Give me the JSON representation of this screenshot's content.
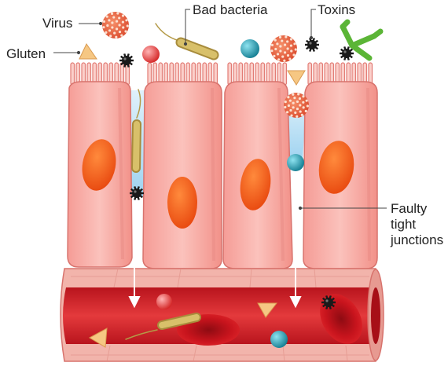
{
  "labels": {
    "virus": "Virus",
    "gluten": "Gluten",
    "bad_bacteria": "Bad bacteria",
    "toxins": "Toxins",
    "faulty_line1": "Faulty",
    "faulty_line2": "tight",
    "faulty_line3": "junctions"
  },
  "colors": {
    "cell_fill": "#f7a6a0",
    "cell_stroke": "#d8736d",
    "nucleus": "#f0561e",
    "vessel_wall": "#f2b4ab",
    "blood": "#d8242b",
    "virus": "#e8603c",
    "bacteria": "#c9b15a",
    "toxin": "#1a1a1a",
    "teal_particle": "#1b93a8",
    "red_particle": "#e23a3a",
    "gluten": "#f2c27a",
    "green_molecule": "#6cc644",
    "gap_blue": "#a9d8f2"
  }
}
